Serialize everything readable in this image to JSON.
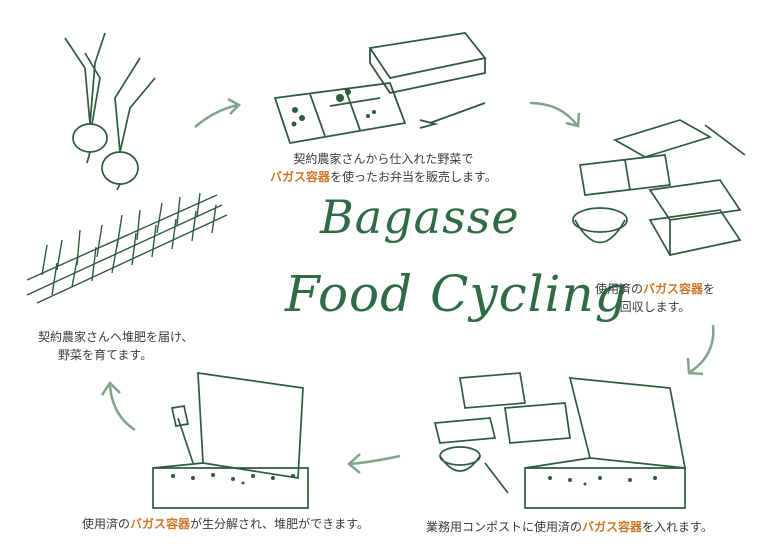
{
  "title": {
    "line1": "Bagasse",
    "line2": "Food Cycling"
  },
  "steps": [
    {
      "line1": "契約農家さんから仕入れた野菜で",
      "line2_hl": "バガス容器",
      "line2_rest": "を使ったお弁当を販売します。"
    },
    {
      "line1_pre": "使用済の",
      "line1_hl": "バガス容器",
      "line1_post": "を",
      "line2": "回収します。"
    },
    {
      "pre": "業務用コンポストに使用済の",
      "hl": "バガス容器",
      "post": "を入れます。"
    },
    {
      "pre": "使用済の",
      "hl": "バガス容器",
      "post": "が生分解され、堆肥ができます。"
    },
    {
      "line1": "契約農家さんへ堆肥を届け、",
      "line2": "野菜を育てます。"
    }
  ],
  "colors": {
    "ink": "#2f5a3d",
    "accent": "#d0762a",
    "arrow": "#7fa58a"
  }
}
